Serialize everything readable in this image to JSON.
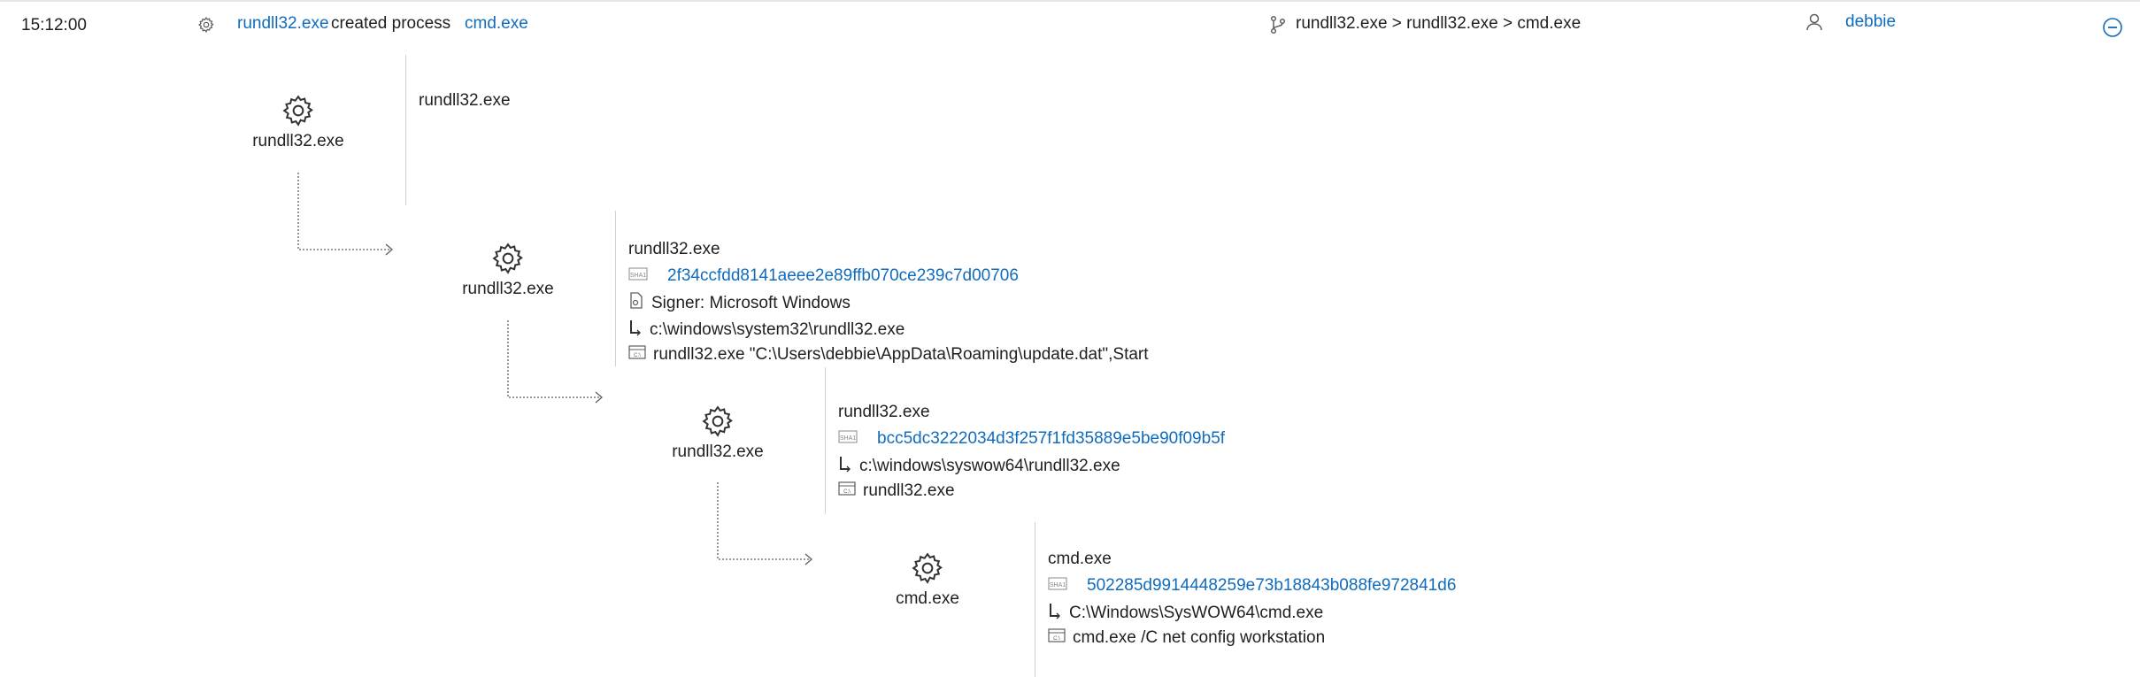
{
  "event": {
    "time": "15:12:00",
    "actor": "rundll32.exe",
    "action": "created process",
    "target": "cmd.exe",
    "chain": "rundll32.exe > rundll32.exe > cmd.exe",
    "user": "debbie"
  },
  "tree": [
    {
      "name": "rundll32.exe",
      "detail_title": "rundll32.exe"
    },
    {
      "name": "rundll32.exe",
      "detail_title": "rundll32.exe",
      "sha1": "2f34ccfdd8141aeee2e89ffb070ce239c7d00706",
      "signer": "Signer: Microsoft Windows",
      "path": "c:\\windows\\system32\\rundll32.exe",
      "cmdline": "rundll32.exe \"C:\\Users\\debbie\\AppData\\Roaming\\update.dat\",Start"
    },
    {
      "name": "rundll32.exe",
      "detail_title": "rundll32.exe",
      "sha1": "bcc5dc3222034d3f257f1fd35889e5be90f09b5f",
      "path": "c:\\windows\\syswow64\\rundll32.exe",
      "cmdline": "rundll32.exe"
    },
    {
      "name": "cmd.exe",
      "detail_title": "cmd.exe",
      "sha1": "502285d9914448259e73b18843b088fe972841d6",
      "path": "C:\\Windows\\SysWOW64\\cmd.exe",
      "cmdline": "cmd.exe /C net config workstation"
    }
  ],
  "icons": {
    "event": "gear-icon",
    "chain": "branch-icon",
    "user": "person-icon",
    "collapse": "minus-circle-icon",
    "process": "gear-icon",
    "hash": "sha1-icon",
    "signer": "certificate-icon",
    "path": "path-icon",
    "cmdline": "terminal-icon"
  },
  "colors": {
    "link": "#0f6cbd",
    "text": "#201f1e"
  }
}
